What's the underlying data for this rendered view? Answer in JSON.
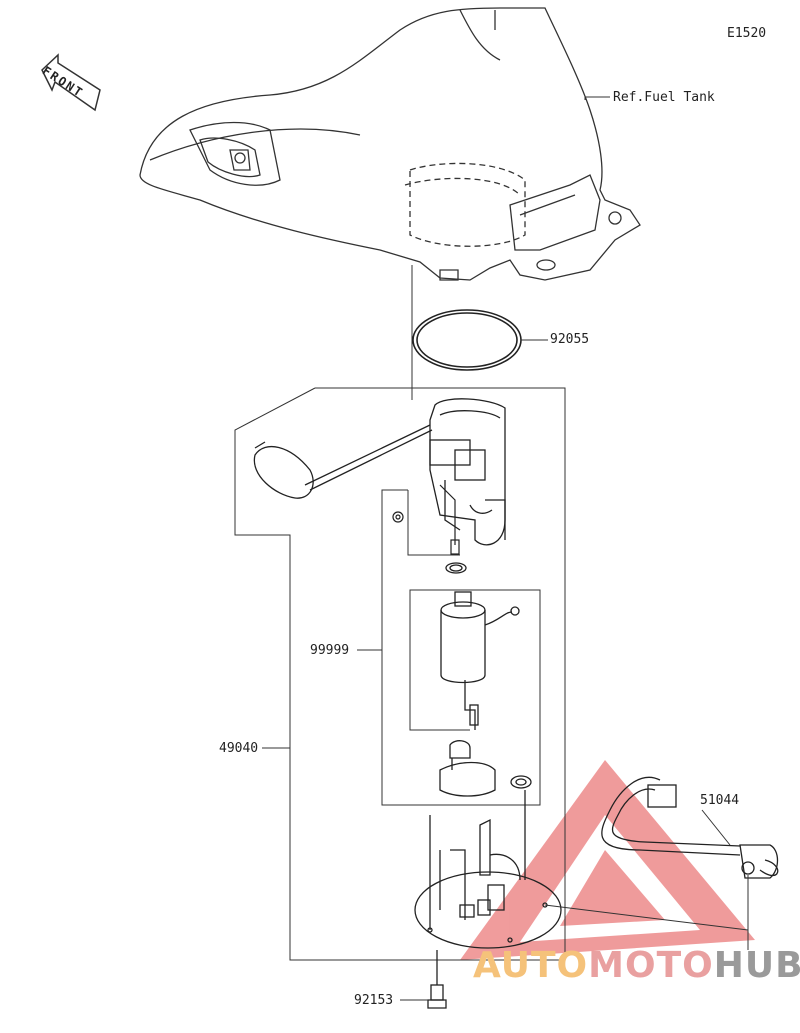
{
  "diagram": {
    "code": "E1520",
    "direction_label": "FRONT",
    "reference": "Ref.Fuel Tank",
    "parts": [
      {
        "number": "92055"
      },
      {
        "number": "99999"
      },
      {
        "number": "49040"
      },
      {
        "number": "51044"
      },
      {
        "number": "92153"
      }
    ]
  },
  "watermark": {
    "part1": "AUTO",
    "part2": "MOTO",
    "part3": "HUB",
    "color_orange": "#f5c27a",
    "color_red": "#e46a6a",
    "color_gray": "#9a9a9a"
  }
}
